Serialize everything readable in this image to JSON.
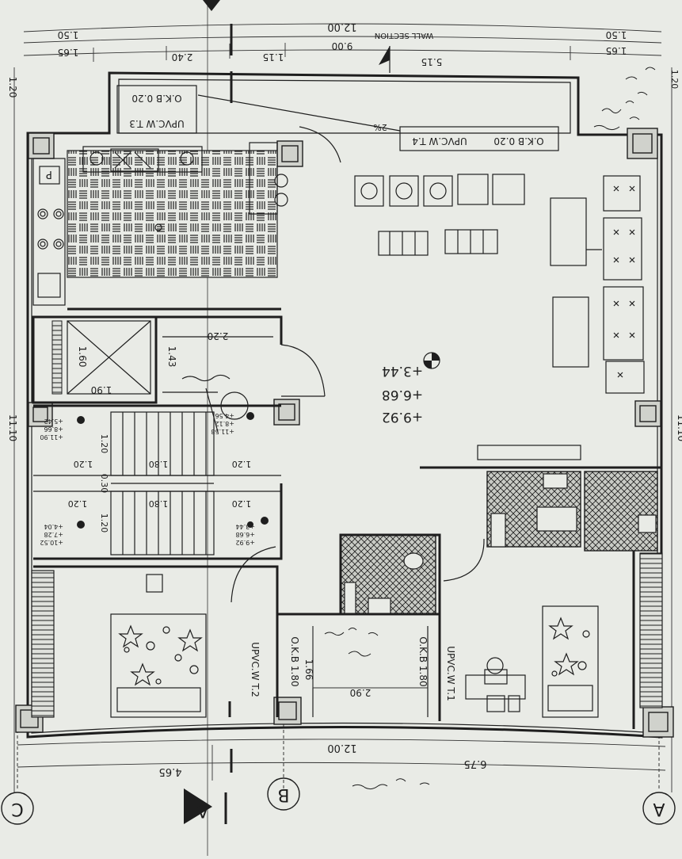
{
  "colors": {
    "paper": "#e9ebe6",
    "ink": "#1e1e1e",
    "tile": "#c9cbc5"
  },
  "top_dims": {
    "total": "12.00",
    "right_1": "1.50",
    "right_2": "1.65",
    "wall_section": "WALL SECTION",
    "mid_900": "9.00",
    "mid_240": "2.40",
    "mid_115": "1.15",
    "mid_515": "5.15",
    "left_1": "1.50",
    "left_2": "1.65",
    "side_120": "1.20"
  },
  "bottom_dims": {
    "total": "12.00",
    "left": "6.75",
    "right": "4.65"
  },
  "side_dims": {
    "right_side": "11.10",
    "left_side": "11.10",
    "top_right": "1.20"
  },
  "windows": {
    "t3_type": "UPVC.W T.3",
    "t3_okb": "O.K.B 0.20",
    "t4_type": "UPVC.W T.4",
    "t4_okb": "O.K.B 0.20",
    "slope": "2%",
    "t1_type": "UPVC.W T.1",
    "t1_okb": "O.K.B 1.80",
    "t2_type": "UPVC.W T.2",
    "t2_okb": "O.K.B 1.80"
  },
  "elevator": {
    "w": "1.90",
    "h": "1.60"
  },
  "room_dims": {
    "d220": "2.20",
    "d143": "1.43",
    "d290": "2.90",
    "d166": "1.66"
  },
  "stair": {
    "d120a": "1.20",
    "d180a": "1.80",
    "d120b": "1.20",
    "d030": "0.30",
    "d120c": "1.20",
    "d180b": "1.80",
    "d120d": "1.20",
    "d120e": "1.20"
  },
  "levels": {
    "l1": "+3.44",
    "l2": "+6.68",
    "l3": "+9.92",
    "s1": "+5.42",
    "s2": "+8.66",
    "s3": "+11.90",
    "s4": "+4.04",
    "s5": "+7.28",
    "s6": "+10.52",
    "s7": "+4.56",
    "s8": "+8.12",
    "s9": "+11.58",
    "s10": "+3.44",
    "s11": "+6.68",
    "s12": "+9.92"
  },
  "grid": {
    "A": "A",
    "B": "B",
    "C": "C",
    "section": "A"
  },
  "symbols": {
    "appliance": "P"
  }
}
